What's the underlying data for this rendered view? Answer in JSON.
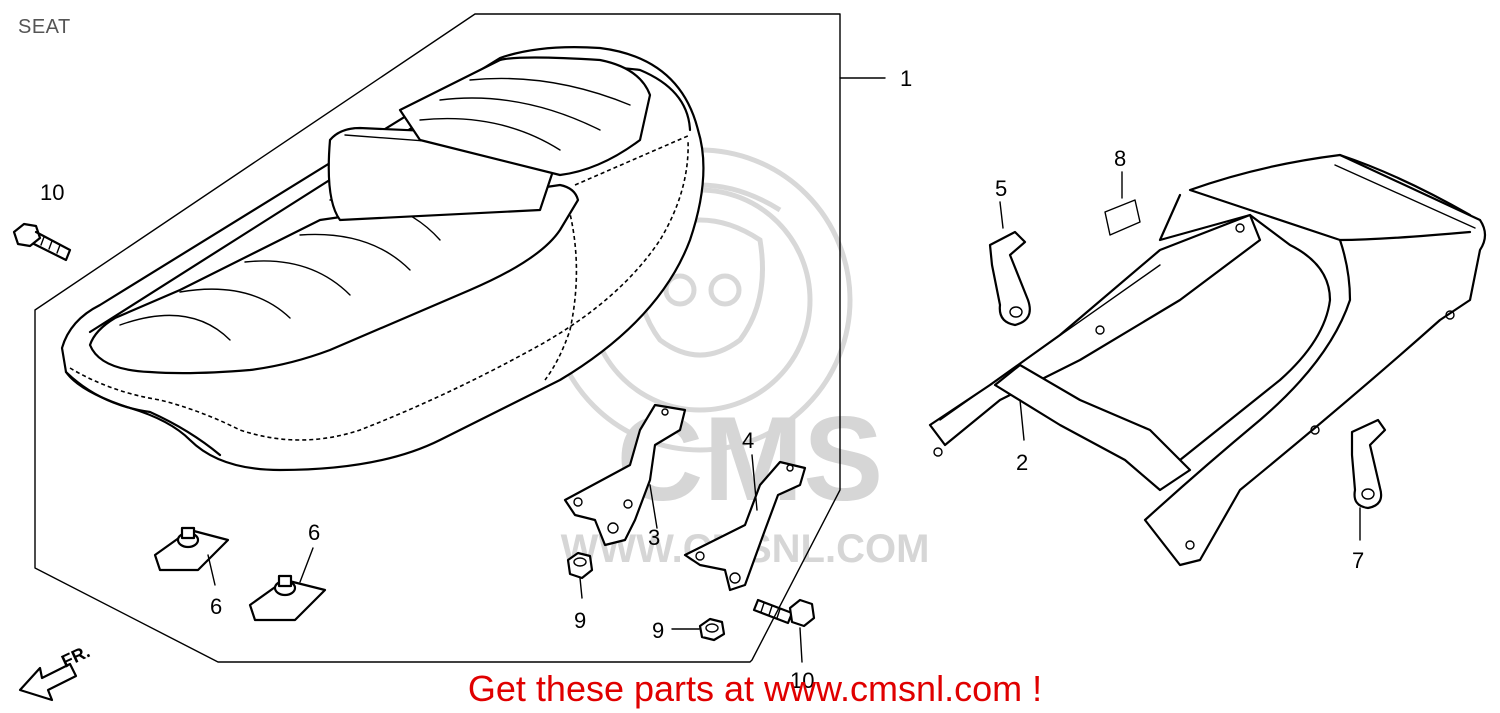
{
  "header": {
    "title": "SEAT"
  },
  "watermark": {
    "brand": "CMS",
    "site": "WWW.CMSNL.COM"
  },
  "direction_marker": {
    "label": "FR."
  },
  "callouts": {
    "part_1": "1",
    "part_2": "2",
    "part_3": "3",
    "part_4": "4",
    "part_5": "5",
    "part_6_left": "6",
    "part_6_right": "6",
    "part_7": "7",
    "part_8": "8",
    "part_9_left": "9",
    "part_9_right": "9",
    "part_10_left": "10",
    "part_10_bottom": "10"
  },
  "footer": {
    "promo_text": "Get these parts at www.cmsnl.com !"
  },
  "colors": {
    "promo": "#e00000",
    "line": "#000000",
    "watermark": "#d6d6d6"
  }
}
